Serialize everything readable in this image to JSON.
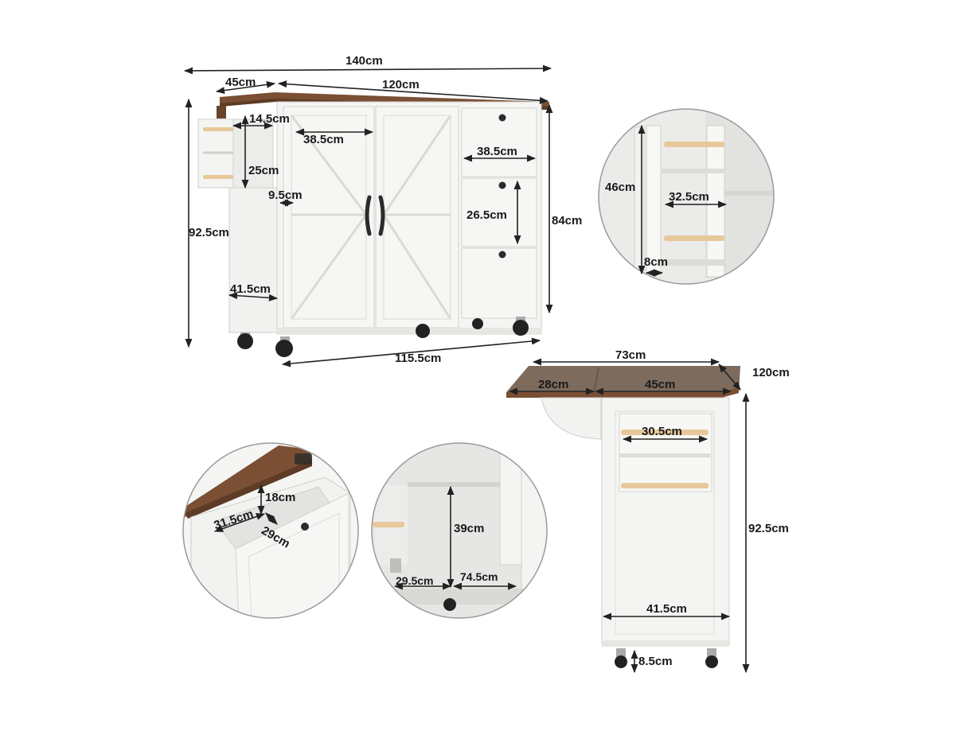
{
  "colors": {
    "cabinet": "#f4f4f2",
    "cabinet_edge": "#cfcfcc",
    "wood_top": "#7a4f33",
    "wood_top_light": "#8a6245",
    "dowel": "#e7c89a",
    "dim_line": "#222222",
    "handle": "#2b2b2b",
    "interior": "#e3e3e1"
  },
  "main_view": {
    "overall_width": "140cm",
    "leaf_width": "45cm",
    "top_width": "120cm",
    "spice_rack_depth": "14.5cm",
    "door_width": "38.5cm",
    "drawer_width": "38.5cm",
    "spice_rack_height": "25cm",
    "rack_gap": "9.5cm",
    "drawer_height": "26.5cm",
    "overall_height": "92.5cm",
    "body_height": "84cm",
    "side_depth": "41.5cm",
    "base_width": "115.5cm"
  },
  "towel_rack_detail": {
    "height": "46cm",
    "width": "32.5cm",
    "depth": "8cm"
  },
  "side_view": {
    "top_depth": "73cm",
    "top_length": "120cm",
    "leaf_depth": "28cm",
    "fixed_depth": "45cm",
    "rack_width": "30.5cm",
    "overall_height": "92.5cm",
    "body_depth": "41.5cm",
    "caster_height": "8.5cm"
  },
  "drawer_detail": {
    "depth": "18cm",
    "width": "31.5cm",
    "length": "29cm"
  },
  "cabinet_detail": {
    "height": "39cm",
    "shelf_depth": "29.5cm",
    "shelf_width": "74.5cm"
  }
}
